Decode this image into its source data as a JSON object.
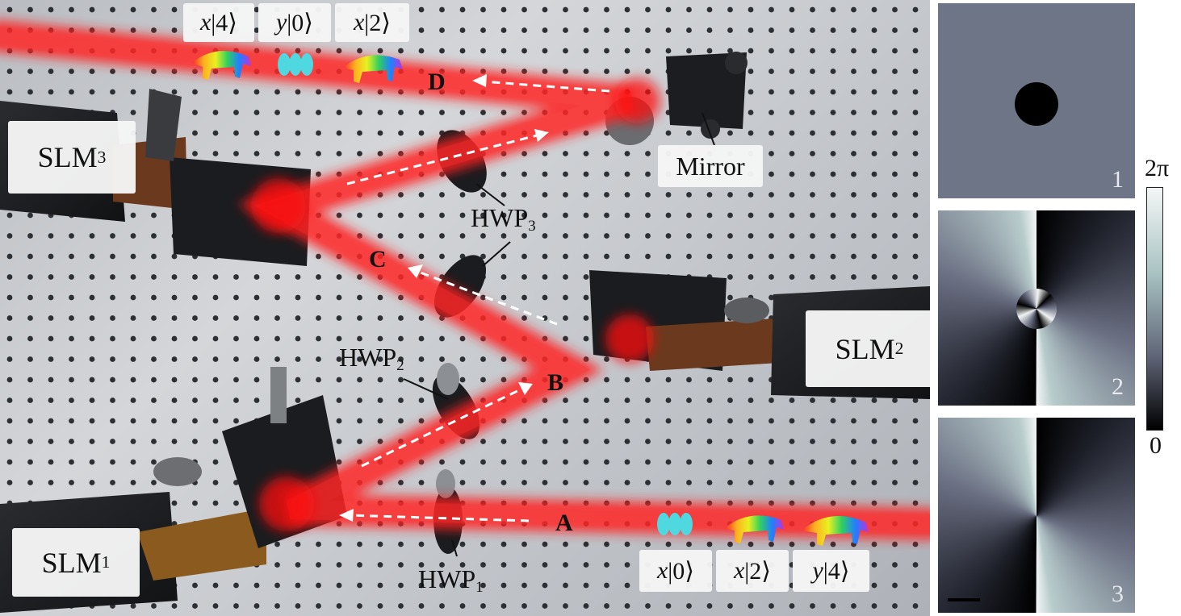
{
  "photo": {
    "slm_labels": [
      {
        "name": "SLM",
        "sub": "3"
      },
      {
        "name": "SLM",
        "sub": "2"
      },
      {
        "name": "SLM",
        "sub": "1"
      }
    ],
    "hwp_labels": [
      {
        "name": "HWP",
        "sub": "3"
      },
      {
        "name": "HWP",
        "sub": "2"
      },
      {
        "name": "HWP",
        "sub": "1"
      }
    ],
    "mirror_label": "Mirror",
    "beam_points": [
      "A",
      "B",
      "C",
      "D"
    ],
    "top_kets": [
      {
        "pol": "x",
        "state": "|4⟩"
      },
      {
        "pol": "y",
        "state": "|0⟩"
      },
      {
        "pol": "x",
        "state": "|2⟩"
      }
    ],
    "bottom_kets": [
      {
        "pol": "x",
        "state": "|0⟩"
      },
      {
        "pol": "x",
        "state": "|2⟩"
      },
      {
        "pol": "y",
        "state": "|4⟩"
      }
    ],
    "beam_color": "#ff2020"
  },
  "panels": {
    "numbers": [
      "1",
      "2",
      "3"
    ],
    "colorbar": {
      "max_label": "2π",
      "min_label": "0"
    }
  }
}
